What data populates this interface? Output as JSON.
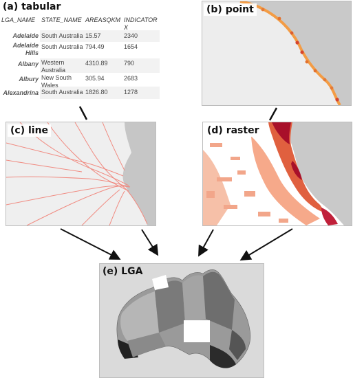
{
  "panels": {
    "tabular": {
      "label": "(a) tabular",
      "columns": [
        "LGA_NAME",
        "STATE_NAME",
        "AREASQKM",
        "INDICATOR X"
      ],
      "rows": [
        {
          "lga": "Adelaide",
          "state": "South Australia",
          "area": "15.57",
          "indicator": "2340"
        },
        {
          "lga": "Adelaide Hills",
          "state": "South Australia",
          "area": "794.49",
          "indicator": "1654"
        },
        {
          "lga": "Albany",
          "state": "Western Australia",
          "area": "4310.89",
          "indicator": "790"
        },
        {
          "lga": "Albury",
          "state": "New South Wales",
          "area": "305.94",
          "indicator": "2683"
        },
        {
          "lga": "Alexandrina",
          "state": "South Australia",
          "area": "1826.80",
          "indicator": "1278"
        }
      ]
    },
    "point": {
      "label": "(b) point"
    },
    "line": {
      "label": "(c) line"
    },
    "raster": {
      "label": "(d) raster"
    },
    "lga": {
      "label": "(e) LGA"
    }
  },
  "colors": {
    "land": "#eeeeee",
    "sea": "#c9c9c9",
    "point_orange": "#f39c45",
    "point_red": "#d6452c",
    "line_red": "#f08a80",
    "raster_dark": "#a8102a",
    "raster_mid": "#e0603f",
    "raster_light": "#f6a98a",
    "arrow": "#111111"
  }
}
